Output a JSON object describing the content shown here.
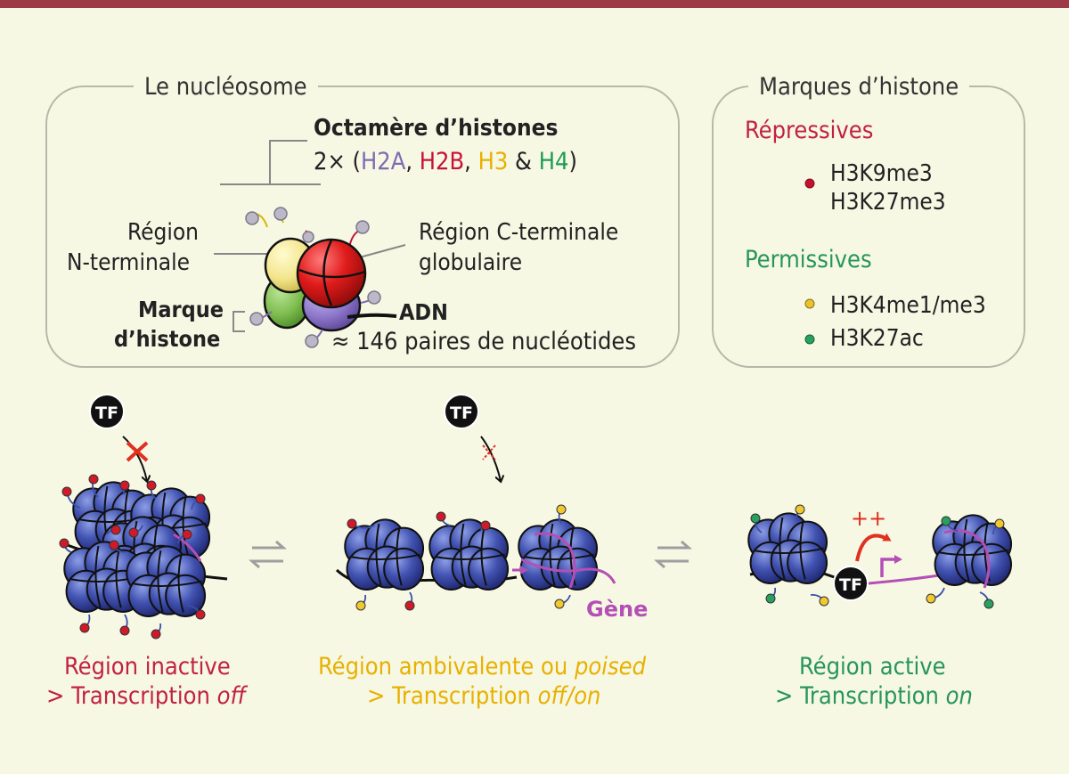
{
  "colors": {
    "frame_bar": "#9e3a45",
    "background": "#f6f8e4",
    "h2a": "#7f6bb1",
    "h2b": "#c8103d",
    "h3": "#e8b000",
    "h4": "#1e9b55",
    "repressive": "#c22144",
    "permissive": "#27955b",
    "inactive": "#c22144",
    "ambivalent": "#e8b000",
    "active": "#27955b",
    "gene": "#b44fb5",
    "nucleosome_blue": "#3d4fa8",
    "arrow_red": "#e03020"
  },
  "nucleosome_panel": {
    "title": "Le nucléosome",
    "octamer_title": "Octamère d’histones",
    "octamer_prefix": "2× (",
    "h2a": "H2A",
    "comma1": ", ",
    "h2b": "H2B",
    "comma2": ", ",
    "h3": "H3",
    "amp": " & ",
    "h4": "H4",
    "close": ")",
    "n_terminal_line1": "Région",
    "n_terminal_line2": "N-terminale",
    "c_terminal_line1": "Région C-terminale",
    "c_terminal_line2": "globulaire",
    "mark_line1": "Marque",
    "mark_line2": "d’histone",
    "dna_label": "ADN",
    "dna_length": "≈ 146 paires de nucléotides"
  },
  "marks_panel": {
    "title": "Marques d’histone",
    "repressive_title": "Répressives",
    "repressive_marks": [
      "H3K9me3",
      "H3K27me3"
    ],
    "permissive_title": "Permissives",
    "permissive_marks": [
      "H3K4me1/me3",
      "H3K27ac"
    ]
  },
  "tf_label": "TF",
  "gene_label": "Gène",
  "plus_label": "++",
  "states": [
    {
      "name": "Région inactive",
      "status_prefix": "> Transcription ",
      "status": "off"
    },
    {
      "name_prefix": "Région ambivalente ou ",
      "name_italic": "poised",
      "status_prefix": "> Transcription ",
      "status": "off/on"
    },
    {
      "name": "Région active",
      "status_prefix": "> Transcription ",
      "status": "on"
    }
  ]
}
